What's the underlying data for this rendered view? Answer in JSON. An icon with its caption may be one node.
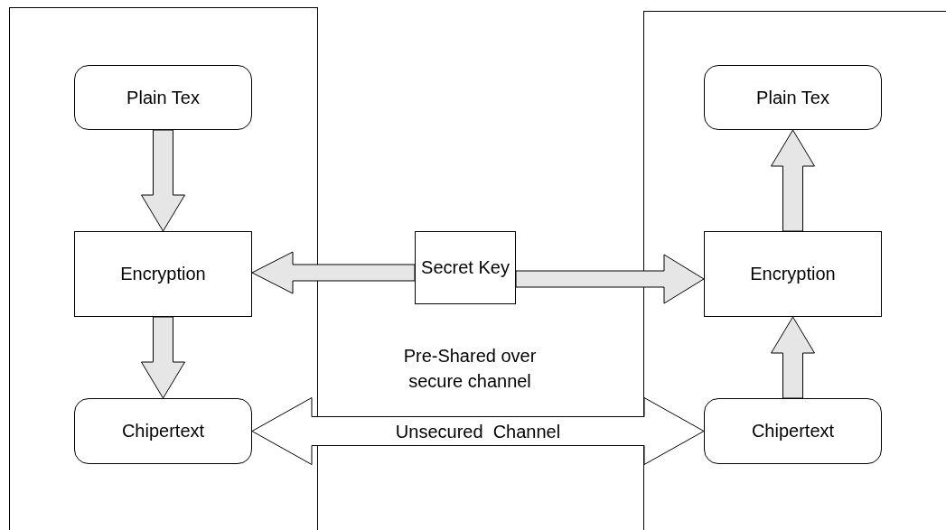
{
  "diagram": {
    "nodes": [
      {
        "text": [],
        "shape": "box"
      },
      {
        "text": [
          "Plain Tex"
        ],
        "in": 0
      },
      {
        "text": [
          "Encryption"
        ],
        "in": 0
      },
      {
        "text": [
          "Chipertext"
        ],
        "in": 0
      },
      {
        "text": [],
        "shape": "box"
      },
      {
        "text": [
          "Plain Tex"
        ],
        "in": 4
      },
      {
        "text": [
          "Encryption"
        ],
        "in": 4
      },
      {
        "text": [
          "Chipertext"
        ],
        "in": 4
      },
      {
        "text": [
          "Secret Key"
        ]
      }
    ],
    "edges": [
      {
        "from": 1,
        "to": 2,
        "arrow": "to"
      },
      {
        "from": 2,
        "to": 3,
        "arrow": "to"
      },
      {
        "from": 8,
        "to": 2,
        "arrow": "to"
      },
      {
        "from": 8,
        "to": 6,
        "arrow": "to"
      },
      {
        "from": 7,
        "to": 6,
        "arrow": "to"
      },
      {
        "from": 6,
        "to": 5,
        "arrow": "to"
      },
      {
        "from": 3,
        "to": 7,
        "arrow": "both",
        "label": "Unsecured  Channel"
      }
    ],
    "labels": [
      "Pre-Shared over secure channel"
    ]
  }
}
